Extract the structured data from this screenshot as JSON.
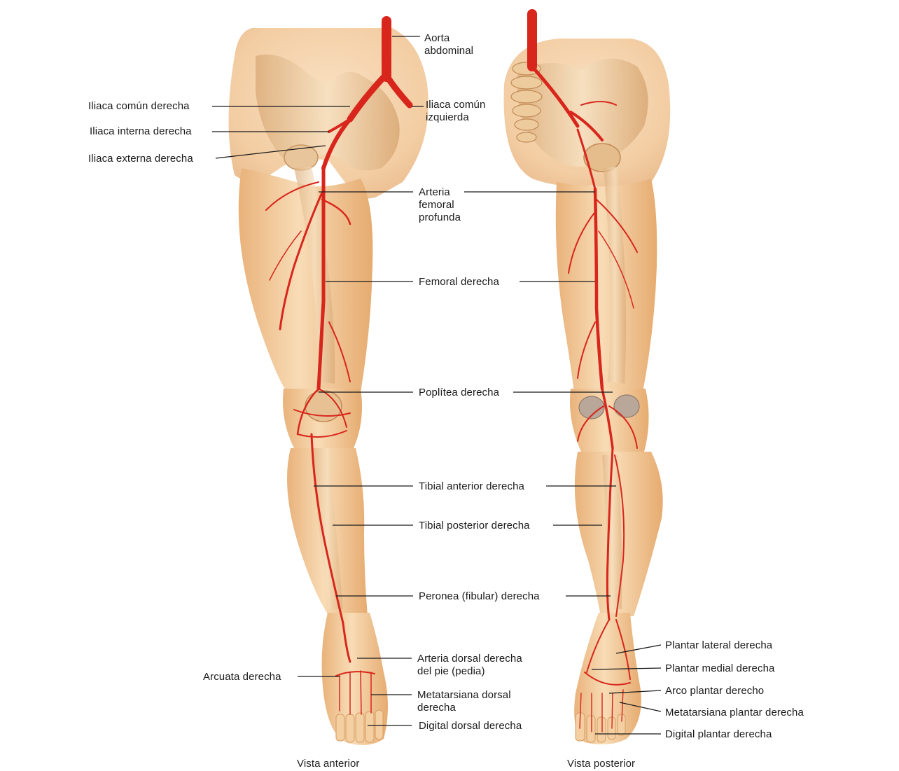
{
  "labels": {
    "aorta": "Aorta\nabdominal",
    "iliaca_comun_der": "Iliaca común derecha",
    "iliaca_comun_izq": "Iliaca común\nizquierda",
    "iliaca_interna_der": "Iliaca interna derecha",
    "iliaca_externa_der": "Iliaca externa derecha",
    "femoral_profunda": "Arteria\nfemoral\nprofunda",
    "femoral_der": "Femoral derecha",
    "poplitea_der": "Poplítea derecha",
    "tibial_anterior": "Tibial anterior derecha",
    "tibial_posterior": "Tibial posterior derecha",
    "peronea": "Peronea (fibular) derecha",
    "dorsal_pie": "Arteria dorsal derecha\ndel pie (pedia)",
    "arcuata": "Arcuata derecha",
    "metatarsiana_dorsal": "Metatarsiana dorsal\nderecha",
    "digital_dorsal": "Digital dorsal derecha",
    "plantar_lateral": "Plantar lateral derecha",
    "plantar_medial": "Plantar medial derecha",
    "arco_plantar": "Arco plantar derecho",
    "metatarsiana_plantar": "Metatarsiana plantar derecha",
    "digital_plantar": "Digital plantar derecha"
  },
  "captions": {
    "anterior": "Vista anterior",
    "posterior": "Vista posterior"
  },
  "colors": {
    "artery": "#d8261c",
    "skin": "#f2c48e",
    "bone": "#ecc79a",
    "background": "#ffffff"
  }
}
